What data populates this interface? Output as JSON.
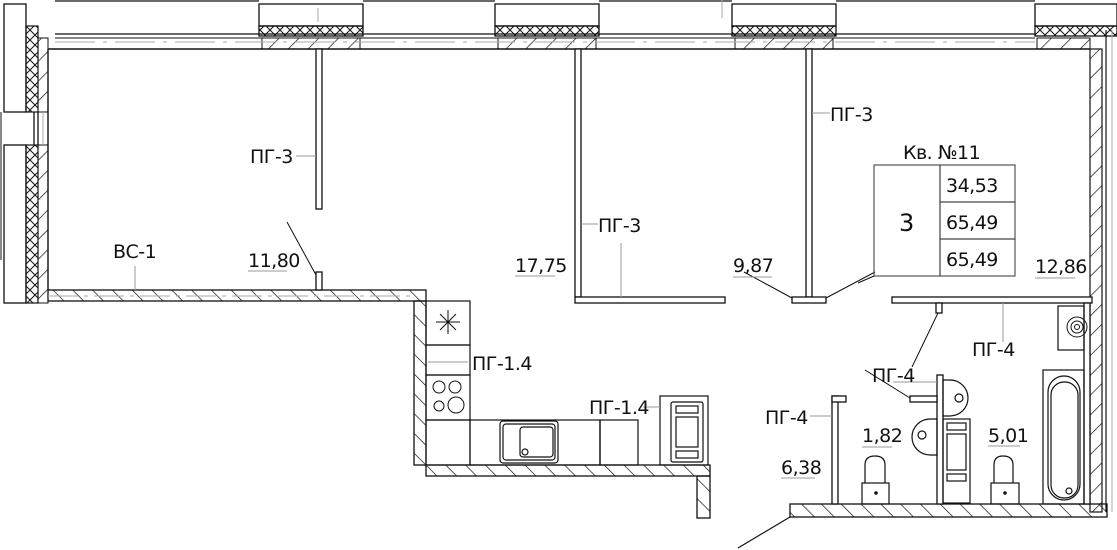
{
  "plan": {
    "apartment": {
      "title": "Кв. №11",
      "rooms_count": "3",
      "areas": [
        "34,53",
        "65,49",
        "65,49"
      ]
    },
    "rooms": [
      {
        "name": "room-living-left",
        "area": "11,80"
      },
      {
        "name": "room-center",
        "area": "17,75"
      },
      {
        "name": "room-middle",
        "area": "9,87"
      },
      {
        "name": "room-right",
        "area": "12,86"
      },
      {
        "name": "hall",
        "area": "6,38"
      },
      {
        "name": "wc",
        "area": "1,82"
      },
      {
        "name": "bathroom",
        "area": "5,01"
      }
    ],
    "labels": {
      "pg3_a": "ПГ-3",
      "pg3_b": "ПГ-3",
      "pg3_c": "ПГ-3",
      "vs1": "ВС-1",
      "pg14_a": "ПГ-1.4",
      "pg14_b": "ПГ-1.4",
      "pg4_a": "ПГ-4",
      "pg4_b": "ПГ-4",
      "pg4_c": "ПГ-4"
    },
    "colors": {
      "line": "#111111",
      "thin": "#9a9a9a"
    }
  }
}
